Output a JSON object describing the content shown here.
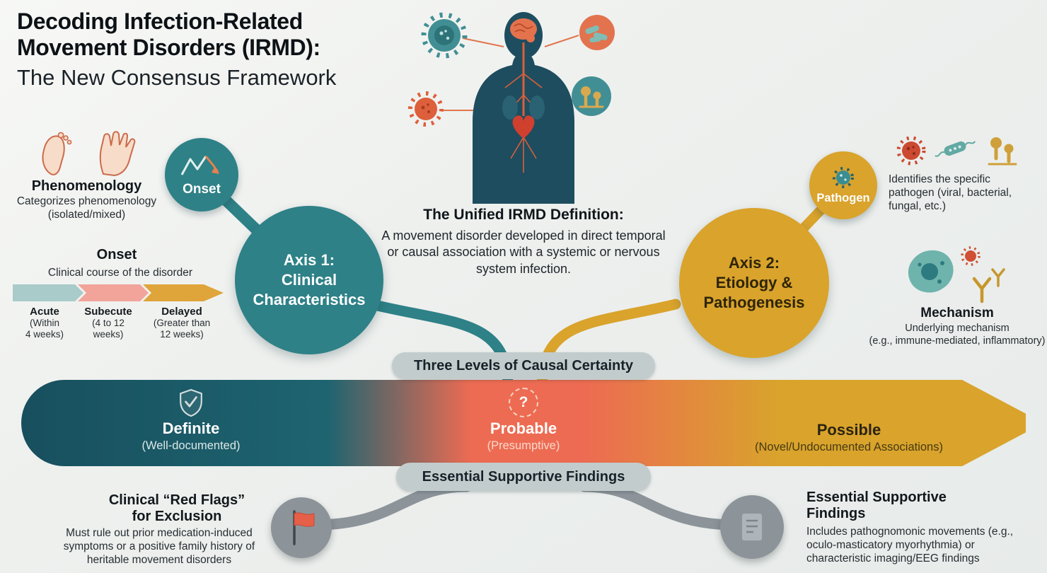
{
  "colors": {
    "teal": "#2E8187",
    "dark_teal": "#184F5E",
    "gold": "#D9A32C",
    "coral": "#ED6B52",
    "grey_node": "#8C949A",
    "grey_pill": "#C3CCCC",
    "background": "#EFF1EF"
  },
  "title": {
    "line1": "Decoding Infection-Related",
    "line2": "Movement Disorders (IRMD):",
    "line3": "The New Consensus Framework"
  },
  "definition": {
    "heading": "The Unified IRMD Definition:",
    "body": "A movement disorder developed in direct temporal or causal association with a systemic or nervous system infection."
  },
  "axis1": {
    "label": "Axis 1:\nClinical\nCharacteristics",
    "onset_node_label": "Onset",
    "phenomenology": {
      "title": "Phenomenology",
      "description": "Categorizes phenomenology\n(isolated/mixed)"
    },
    "onset": {
      "title": "Onset",
      "subtitle": "Clinical course of the disorder",
      "stages": [
        {
          "label": "Acute",
          "description": "(Within\n4 weeks)",
          "color": "#A9CBCA"
        },
        {
          "label": "Subecute",
          "description": "(4 to 12\nweeks)",
          "color": "#F2A49B"
        },
        {
          "label": "Delayed",
          "description": "(Greater than\n12 weeks)",
          "color": "#DFA53A"
        }
      ]
    }
  },
  "axis2": {
    "label": "Axis 2:\nEtiology &\nPathogenesis",
    "pathogen": {
      "node_label": "Pathogen",
      "description": "Identifies the specific pathogen (viral, bacterial, fungal, etc.)"
    },
    "mechanism": {
      "title": "Mechanism",
      "description": "Underlying mechanism\n(e.g., immune-mediated, inflammatory)"
    }
  },
  "certainty": {
    "banner": "Three Levels of Causal Certainty",
    "levels": [
      {
        "label": "Definite",
        "description": "(Well-documented)",
        "icon": "shield-check-icon"
      },
      {
        "label": "Probable",
        "description": "(Presumptive)",
        "icon": "question-mark-icon",
        "icon_glyph": "?"
      },
      {
        "label": "Possible",
        "description": "(Novel/Undocumented Associations)"
      }
    ]
  },
  "supportive_banner": "Essential Supportive Findings",
  "red_flags": {
    "title": "Clinical “Red Flags”\nfor Exclusion",
    "description": "Must rule out prior medication-induced symptoms or a positive family history of heritable movement disorders"
  },
  "essential_findings": {
    "title": "Essential Supportive\nFindings",
    "description": "Includes pathognomonic movements (e.g., oculo-masticatory myorhythmia) or characteristic imaging/EEG findings"
  }
}
